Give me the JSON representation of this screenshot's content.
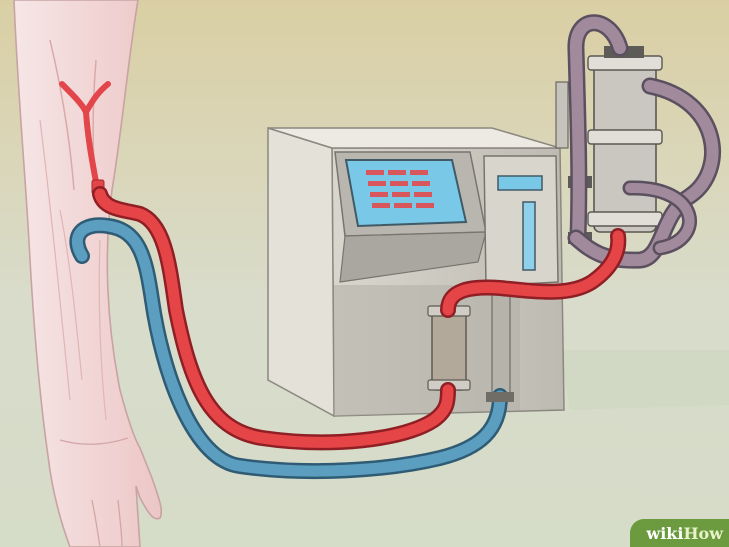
{
  "illustration": {
    "subject": "dialysis",
    "colors": {
      "arterial_tube": "#e64548",
      "venous_tube": "#5b9ec0",
      "skin": "#f3dada",
      "machine": "#c9c6bd",
      "screen": "#79c8e8",
      "screen_cells": "#d9575c",
      "filter_tube": "#a18a9c"
    }
  },
  "watermark": {
    "brand_part1": "wiki",
    "brand_part2": "How"
  }
}
